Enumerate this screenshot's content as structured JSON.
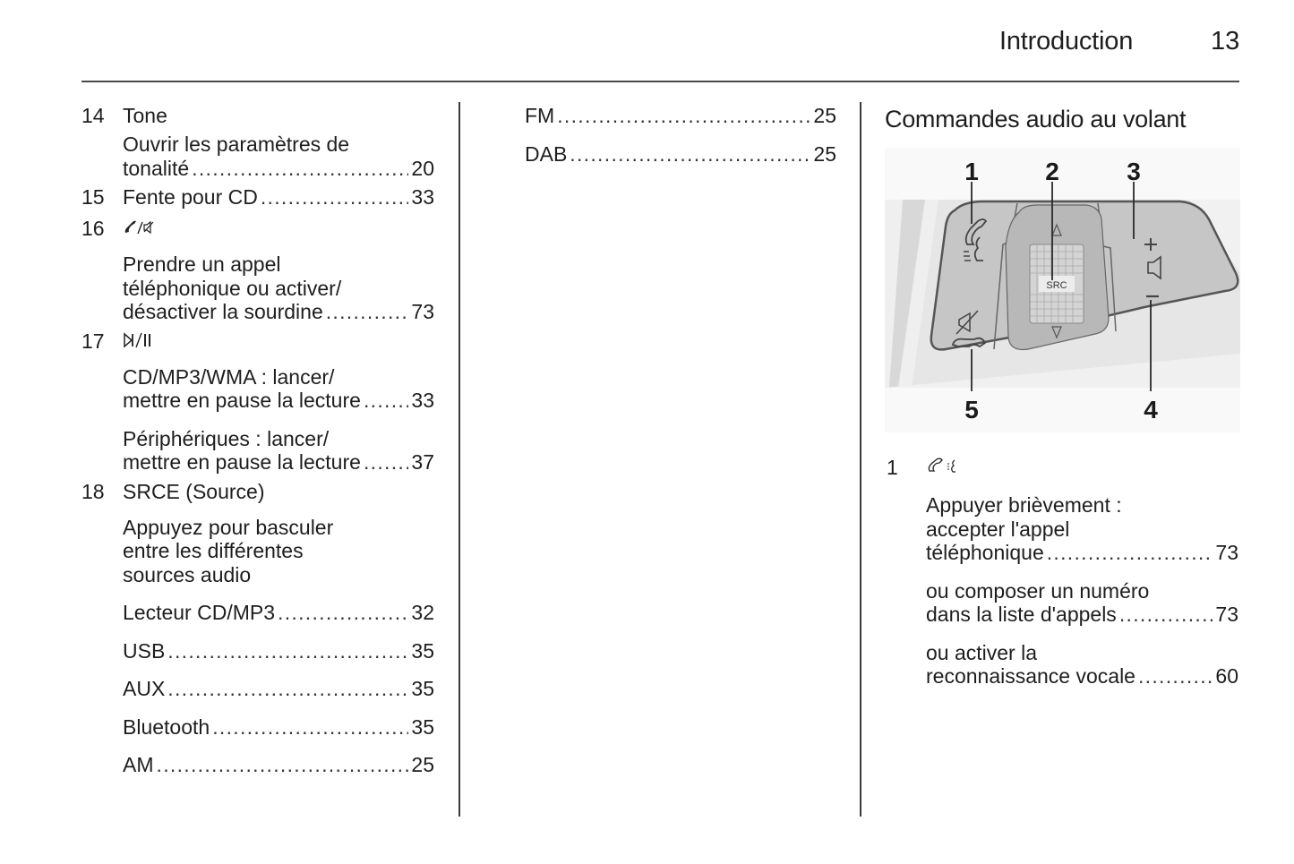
{
  "header": {
    "title": "Introduction",
    "page_number": "13"
  },
  "left_column": {
    "items": [
      {
        "number": "14",
        "title": "Tone",
        "entries": [
          {
            "lines": [
              "Ouvrir les paramètres de"
            ],
            "last_line": "tonalité",
            "page": "20"
          }
        ]
      },
      {
        "number": "15",
        "inline_entry": {
          "text": "Fente pour CD",
          "page": "33"
        }
      },
      {
        "number": "16",
        "glyph": "✆/🔇",
        "glyph_names": [
          "phone-icon",
          "mute-icon"
        ],
        "entries": [
          {
            "lines": [
              "Prendre un appel",
              "téléphonique ou activer/"
            ],
            "last_line": "désactiver la sourdine",
            "page": "73"
          }
        ]
      },
      {
        "number": "17",
        "glyph": "⏯/II",
        "glyph_names": [
          "play-pause-icon"
        ],
        "entries": [
          {
            "lines": [
              "CD/MP3/WMA : lancer/"
            ],
            "last_line": "mettre en pause la lecture",
            "page": "33"
          },
          {
            "lines": [
              "Périphériques : lancer/"
            ],
            "last_line": "mettre en pause la lecture",
            "page": "37"
          }
        ]
      },
      {
        "number": "18",
        "title_bold": "SRCE",
        "title_rest": " (Source)",
        "description": [
          "Appuyez pour basculer",
          "entre les différentes",
          "sources audio"
        ],
        "entries": [
          {
            "text": "Lecteur CD/MP3",
            "page": "32"
          },
          {
            "text": "USB",
            "page": "35"
          },
          {
            "text": "AUX",
            "page": "35"
          },
          {
            "text": "Bluetooth",
            "page": "35"
          },
          {
            "text": "AM",
            "page": "25"
          }
        ]
      }
    ]
  },
  "middle_column": {
    "entries": [
      {
        "text": "FM",
        "page": "25"
      },
      {
        "text": "DAB",
        "page": "25"
      }
    ]
  },
  "right_column": {
    "section_title": "Commandes audio au volant",
    "figure": {
      "callouts": [
        "1",
        "2",
        "3",
        "4",
        "5"
      ],
      "src_label": "SRC"
    },
    "item": {
      "number": "1",
      "glyph_names": [
        "phone-icon",
        "voice-recognition-icon"
      ],
      "entries": [
        {
          "lines": [
            "Appuyer brièvement :",
            "accepter l'appel"
          ],
          "last_line": "téléphonique",
          "page": "73"
        },
        {
          "lines": [
            "ou composer un numéro"
          ],
          "last_line": "dans la liste d'appels",
          "page": "73"
        },
        {
          "lines": [
            "ou activer la"
          ],
          "last_line": "reconnaissance vocale",
          "page": "60"
        }
      ]
    }
  }
}
